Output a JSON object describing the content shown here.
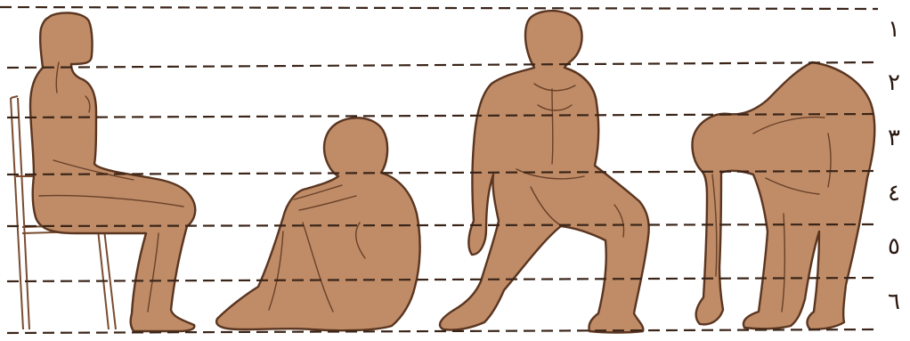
{
  "guide_labels": [
    "١",
    "٢",
    "٣",
    "٤",
    "٥",
    "٦"
  ],
  "colors": {
    "figure_fill": "#bf8c67",
    "outline": "#5a3520",
    "guide_line": "#3a2418",
    "background": "#ffffff"
  }
}
